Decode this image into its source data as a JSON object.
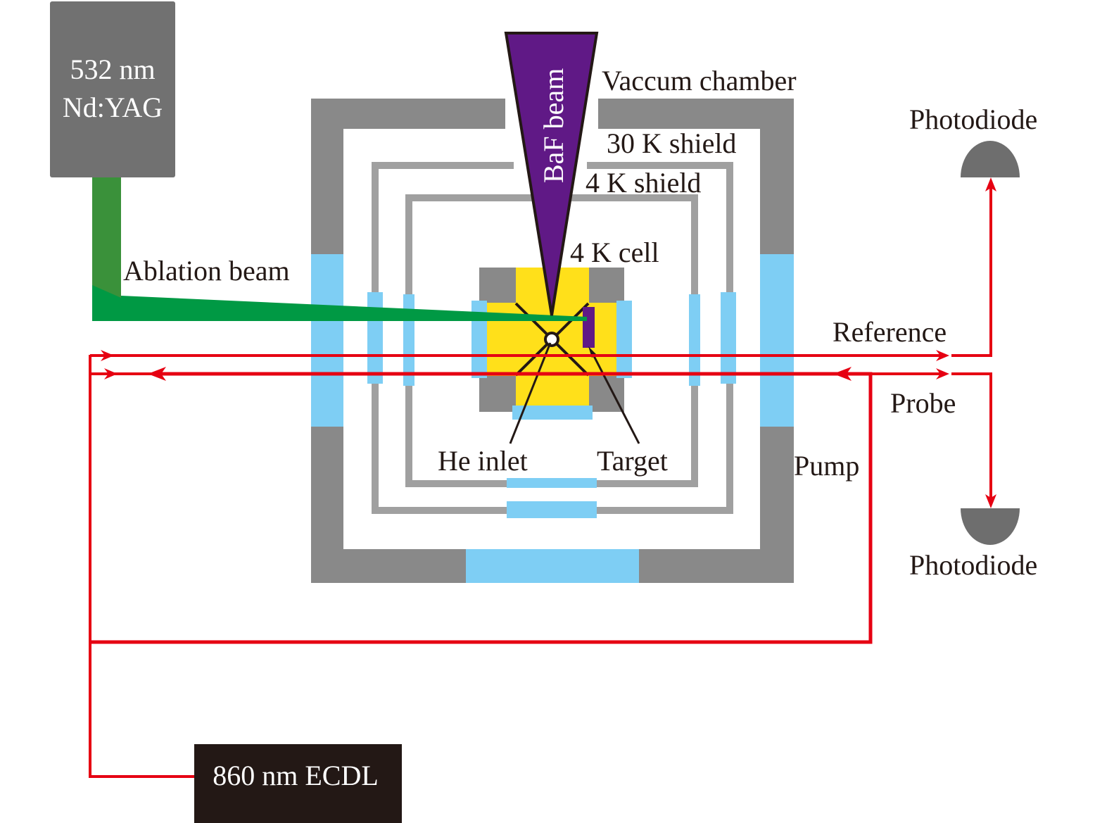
{
  "colors": {
    "chamber": "#898989",
    "shield": "#a0a0a0",
    "window": "#7ecef4",
    "cell": "#ffe01a",
    "baf": "#601986",
    "ablation": "#009944",
    "ablation_dark": "#3a913a",
    "laser": "#e60012",
    "yag_box": "#717171",
    "ecdl_box": "#231815",
    "photodiode": "#6e6e6e",
    "text": "#231815"
  },
  "sources": {
    "yag": {
      "line1": "532 nm",
      "line2": "Nd:YAG"
    },
    "ecdl": {
      "label": "860 nm ECDL"
    }
  },
  "labels": {
    "baf_beam": "BaF beam",
    "vacuum_chamber": "Vaccum chamber",
    "shield_30k": "30 K shield",
    "shield_4k": "4 K shield",
    "cell_4k": "4 K cell",
    "ablation_beam": "Ablation beam",
    "he_inlet": "He inlet",
    "target": "Target",
    "reference": "Reference",
    "probe": "Probe",
    "pump": "Pump",
    "photodiode_top": "Photodiode",
    "photodiode_bottom": "Photodiode"
  }
}
